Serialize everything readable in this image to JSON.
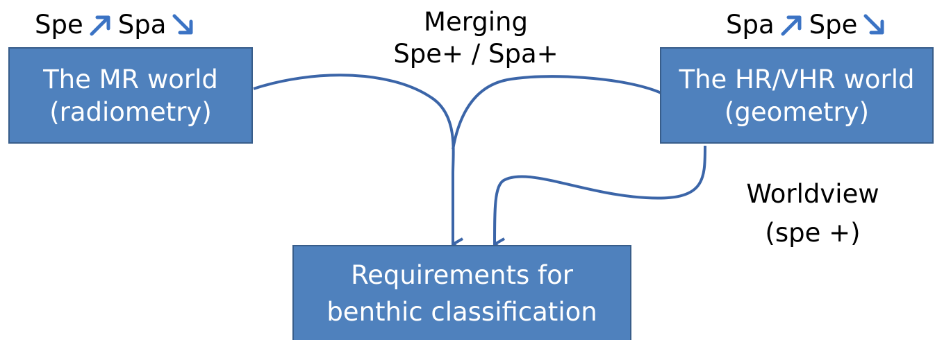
{
  "boxes": {
    "mr": {
      "line1": "The MR world",
      "line2": "(radiometry)"
    },
    "hr": {
      "line1": "The HR/VHR world",
      "line2": "(geometry)"
    },
    "req": {
      "line1": "Requirements for",
      "line2": "benthic classification"
    }
  },
  "left_trend": {
    "a": "Spe",
    "a_direction": "up",
    "b": "Spa",
    "b_direction": "down"
  },
  "right_trend": {
    "a": "Spa",
    "a_direction": "up",
    "b": "Spe",
    "b_direction": "down"
  },
  "merging": {
    "line1": "Merging",
    "line2": "Spe+ / Spa+"
  },
  "worldview": {
    "line1": "Worldview",
    "line2": "(spe +)"
  },
  "colors": {
    "box_fill": "#4f81bd",
    "box_border": "#385d8a",
    "connector": "#3b65a8",
    "trend_arrow": "#3b73c4"
  }
}
